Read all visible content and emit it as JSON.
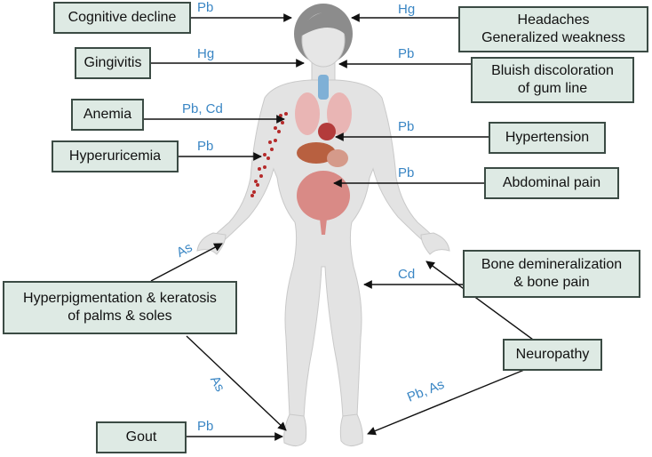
{
  "labels": {
    "cognitive": "Cognitive decline",
    "gingivitis": "Gingivitis",
    "anemia": "Anemia",
    "hyperuricemia": "Hyperuricemia",
    "hyperpigmentation": "Hyperpigmentation & keratosis\nof palms & soles",
    "gout": "Gout",
    "headaches": "Headaches\nGeneralized weakness",
    "bluish": "Bluish discoloration\nof gum line",
    "hypertension": "Hypertension",
    "abdominal": "Abdominal pain",
    "bone": "Bone demineralization\n& bone pain",
    "neuropathy": "Neuropathy"
  },
  "metals": {
    "cognitive": "Pb",
    "gingivitis": "Hg",
    "anemia": "Pb, Cd",
    "hyperuricemia": "Pb",
    "hyper_palms": "As",
    "hyper_soles": "As",
    "gout": "Pb",
    "headaches": "Hg",
    "bluish": "Pb",
    "hypertension": "Pb",
    "abdominal": "Pb",
    "bone": "Cd",
    "neuropathy": "Pb, As"
  },
  "colors": {
    "box_fill": "#deeae4",
    "box_border": "#3b4b44",
    "metal_text": "#3a86c4",
    "body_fill": "#e2e2e2",
    "hair": "#8a8a8a",
    "organs": "#d98a86"
  }
}
